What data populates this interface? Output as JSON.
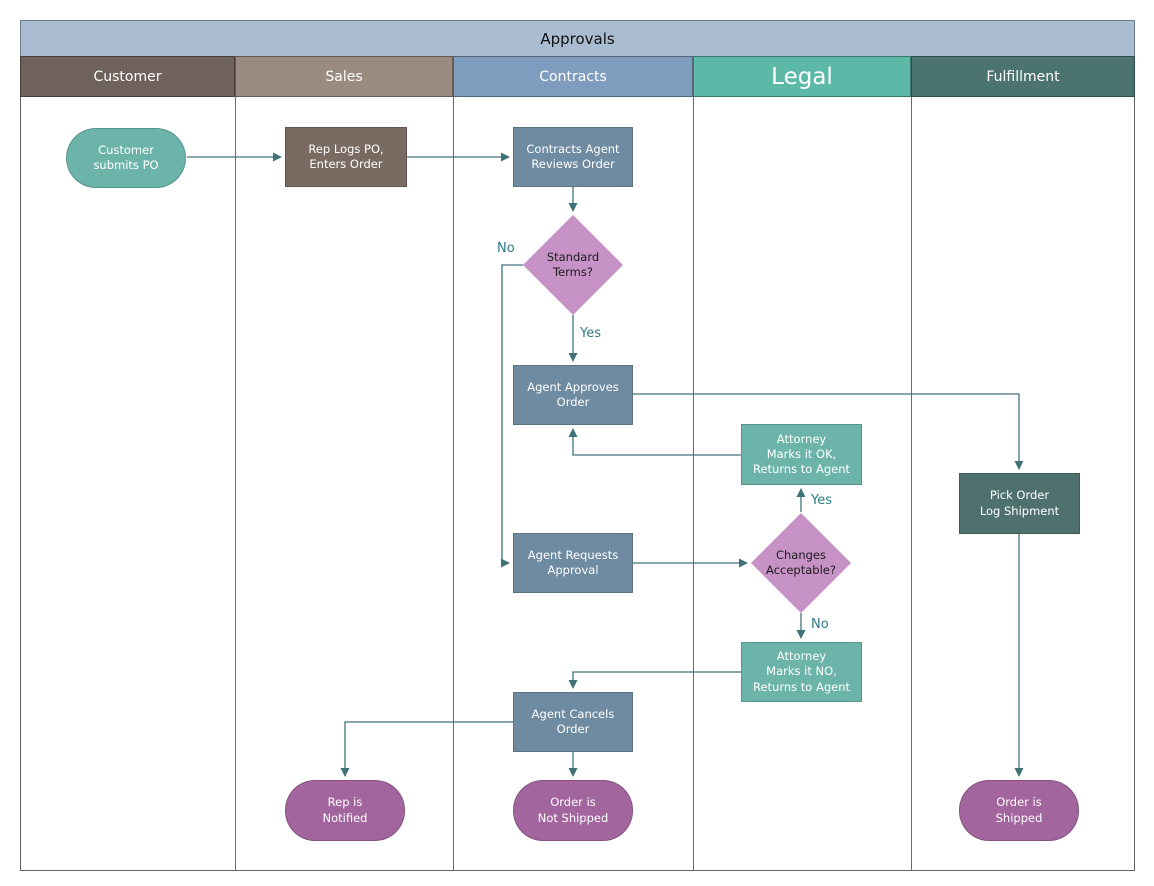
{
  "title": "Approvals",
  "lanes": [
    {
      "id": "customer",
      "label": "Customer",
      "color": "#6f625c"
    },
    {
      "id": "sales",
      "label": "Sales",
      "color": "#9b8a80"
    },
    {
      "id": "contracts",
      "label": "Contracts",
      "color": "#7e9cbe"
    },
    {
      "id": "legal",
      "label": "Legal",
      "color": "#5cb9a8"
    },
    {
      "id": "fulfillment",
      "label": "Fulfillment",
      "color": "#4b7370"
    }
  ],
  "nodes": {
    "customer_submits_po": {
      "label": "Customer\nsubmits PO",
      "type": "start",
      "lane": "Customer",
      "color": "#6cb4aa"
    },
    "rep_logs_po": {
      "label": "Rep Logs PO,\nEnters Order",
      "type": "process",
      "lane": "Sales",
      "color": "#796a62"
    },
    "contracts_agent_reviews_order": {
      "label": "Contracts Agent\nReviews Order",
      "type": "process",
      "lane": "Contracts",
      "color": "#6e8ba1"
    },
    "standard_terms": {
      "label": "Standard\nTerms?",
      "type": "decision",
      "lane": "Contracts",
      "color": "#c792c6"
    },
    "agent_approves_order": {
      "label": "Agent Approves\nOrder",
      "type": "process",
      "lane": "Contracts",
      "color": "#6e8ba1"
    },
    "attorney_marks_ok": {
      "label": "Attorney\nMarks it OK,\nReturns to Agent",
      "type": "process",
      "lane": "Legal",
      "color": "#6cb4aa"
    },
    "pick_order_log_shipment": {
      "label": "Pick Order\nLog Shipment",
      "type": "process",
      "lane": "Fulfillment",
      "color": "#4e7170"
    },
    "agent_requests_approval": {
      "label": "Agent Requests\nApproval",
      "type": "process",
      "lane": "Contracts",
      "color": "#6e8ba1"
    },
    "changes_acceptable": {
      "label": "Changes\nAcceptable?",
      "type": "decision",
      "lane": "Legal",
      "color": "#c792c6"
    },
    "attorney_marks_no": {
      "label": "Attorney\nMarks it NO,\nReturns to Agent",
      "type": "process",
      "lane": "Legal",
      "color": "#6cb4aa"
    },
    "agent_cancels_order": {
      "label": "Agent Cancels\nOrder",
      "type": "process",
      "lane": "Contracts",
      "color": "#6e8ba1"
    },
    "rep_is_notified": {
      "label": "Rep is\nNotified",
      "type": "end",
      "lane": "Sales",
      "color": "#a2659d"
    },
    "order_is_not_shipped": {
      "label": "Order is\nNot Shipped",
      "type": "end",
      "lane": "Contracts",
      "color": "#a2659d"
    },
    "order_is_shipped": {
      "label": "Order is\nShipped",
      "type": "end",
      "lane": "Fulfillment",
      "color": "#a2659d"
    }
  },
  "edges": [
    {
      "from": "customer_submits_po",
      "to": "rep_logs_po",
      "label": ""
    },
    {
      "from": "rep_logs_po",
      "to": "contracts_agent_reviews_order",
      "label": ""
    },
    {
      "from": "contracts_agent_reviews_order",
      "to": "standard_terms",
      "label": ""
    },
    {
      "from": "standard_terms",
      "to": "agent_requests_approval",
      "label": "No"
    },
    {
      "from": "standard_terms",
      "to": "agent_approves_order",
      "label": "Yes"
    },
    {
      "from": "agent_approves_order",
      "to": "pick_order_log_shipment",
      "label": ""
    },
    {
      "from": "pick_order_log_shipment",
      "to": "order_is_shipped",
      "label": ""
    },
    {
      "from": "agent_requests_approval",
      "to": "changes_acceptable",
      "label": ""
    },
    {
      "from": "changes_acceptable",
      "to": "attorney_marks_ok",
      "label": "Yes"
    },
    {
      "from": "attorney_marks_ok",
      "to": "agent_approves_order",
      "label": ""
    },
    {
      "from": "changes_acceptable",
      "to": "attorney_marks_no",
      "label": "No"
    },
    {
      "from": "attorney_marks_no",
      "to": "agent_cancels_order",
      "label": ""
    },
    {
      "from": "agent_cancels_order",
      "to": "order_is_not_shipped",
      "label": ""
    },
    {
      "from": "agent_cancels_order",
      "to": "rep_is_notified",
      "label": ""
    }
  ],
  "colors": {
    "title_bar": "#a9bcd2",
    "connector": "#41727a",
    "edge_label_text": "#2c7a85",
    "lane_line": "#6a6a6a",
    "process_blue": "#6e8ba1",
    "process_brown": "#796a62",
    "process_teal": "#6cb4aa",
    "process_dark_teal": "#4e7170",
    "decision_pink": "#c792c6",
    "terminator_purple": "#a2659d",
    "terminator_teal": "#6cb4aa"
  }
}
